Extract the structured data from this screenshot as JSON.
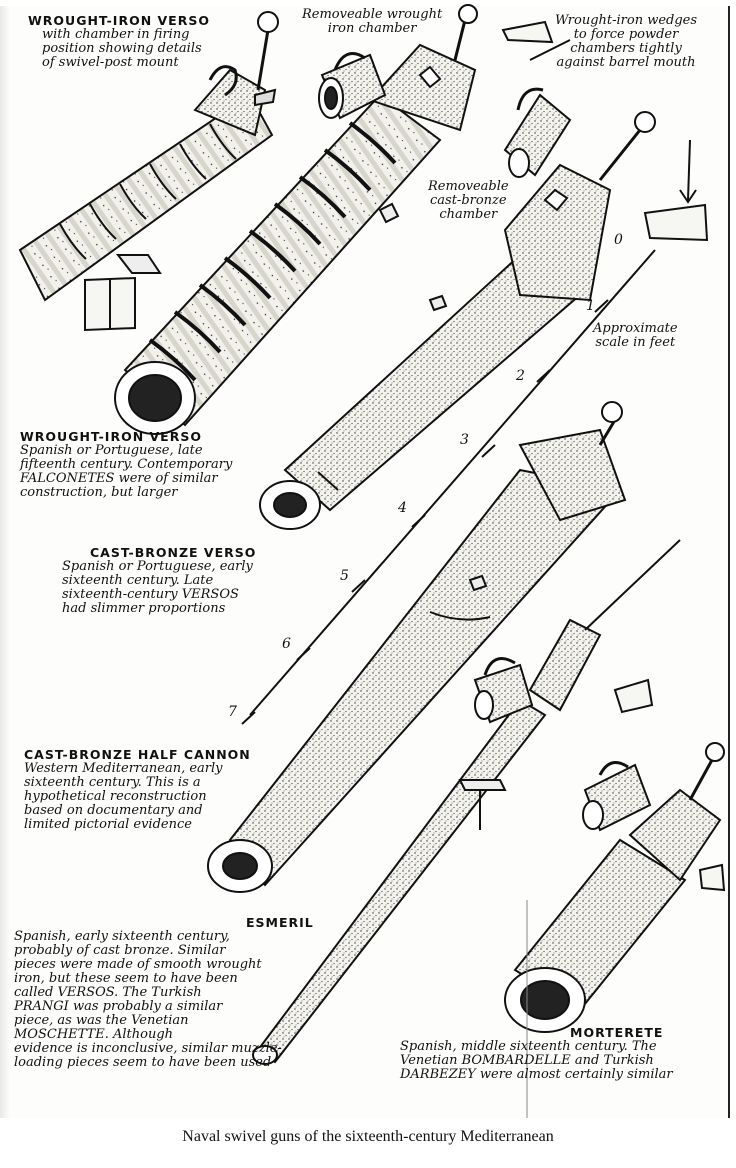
{
  "labels": {
    "wiv_top": {
      "title": "WROUGHT-IRON VERSO",
      "lines": [
        "with chamber in firing",
        "position showing details",
        "of swivel-post mount"
      ]
    },
    "removable_iron": {
      "lines": [
        "Removeable wrought",
        "iron chamber"
      ]
    },
    "wedges": {
      "lines": [
        "Wrought-iron wedges",
        "to force powder",
        "chambers tightly",
        "against barrel mouth"
      ]
    },
    "removable_bronze": {
      "lines": [
        "Removeable",
        "cast-bronze",
        "chamber"
      ]
    },
    "scale_caption": {
      "lines": [
        "Approximate",
        "scale in feet"
      ]
    },
    "wiv_main": {
      "title": "WROUGHT-IRON VERSO",
      "lines": [
        "Spanish or Portuguese, late",
        "fifteenth century. Contemporary",
        "FALCONETES were of similar",
        "construction, but larger"
      ]
    },
    "cbv": {
      "title": "CAST-BRONZE VERSO",
      "lines": [
        "Spanish or Portuguese, early",
        "sixteenth century. Late",
        "sixteenth-century VERSOS",
        "had slimmer proportions"
      ]
    },
    "cbhc": {
      "title": "CAST-BRONZE HALF CANNON",
      "lines": [
        "Western Mediterranean, early",
        "sixteenth century. This is a",
        "hypothetical reconstruction",
        "based on documentary and",
        "limited pictorial evidence"
      ]
    },
    "esmeril": {
      "title": "ESMERIL",
      "lines": [
        "Spanish, early sixteenth century,",
        "probably of cast bronze. Similar",
        "pieces were made of smooth wrought",
        "iron, but these seem to have been",
        "called VERSOS. The Turkish",
        "PRANGI was probably a similar",
        "piece, as was the Venetian",
        "MOSCHETTE. Although",
        "evidence is inconclusive, similar muzzle-",
        "loading pieces seem to have been used"
      ]
    },
    "morterete": {
      "title": "MORTERETE",
      "lines": [
        "Spanish, middle sixteenth century. The",
        "Venetian BOMBARDELLE and Turkish",
        "DARBEZEY were almost certainly similar"
      ]
    }
  },
  "scale": {
    "ticks": [
      "0",
      "1",
      "2",
      "3",
      "4",
      "5",
      "6",
      "7"
    ]
  },
  "caption": "Naval swivel guns of the sixteenth-century Mediterranean"
}
